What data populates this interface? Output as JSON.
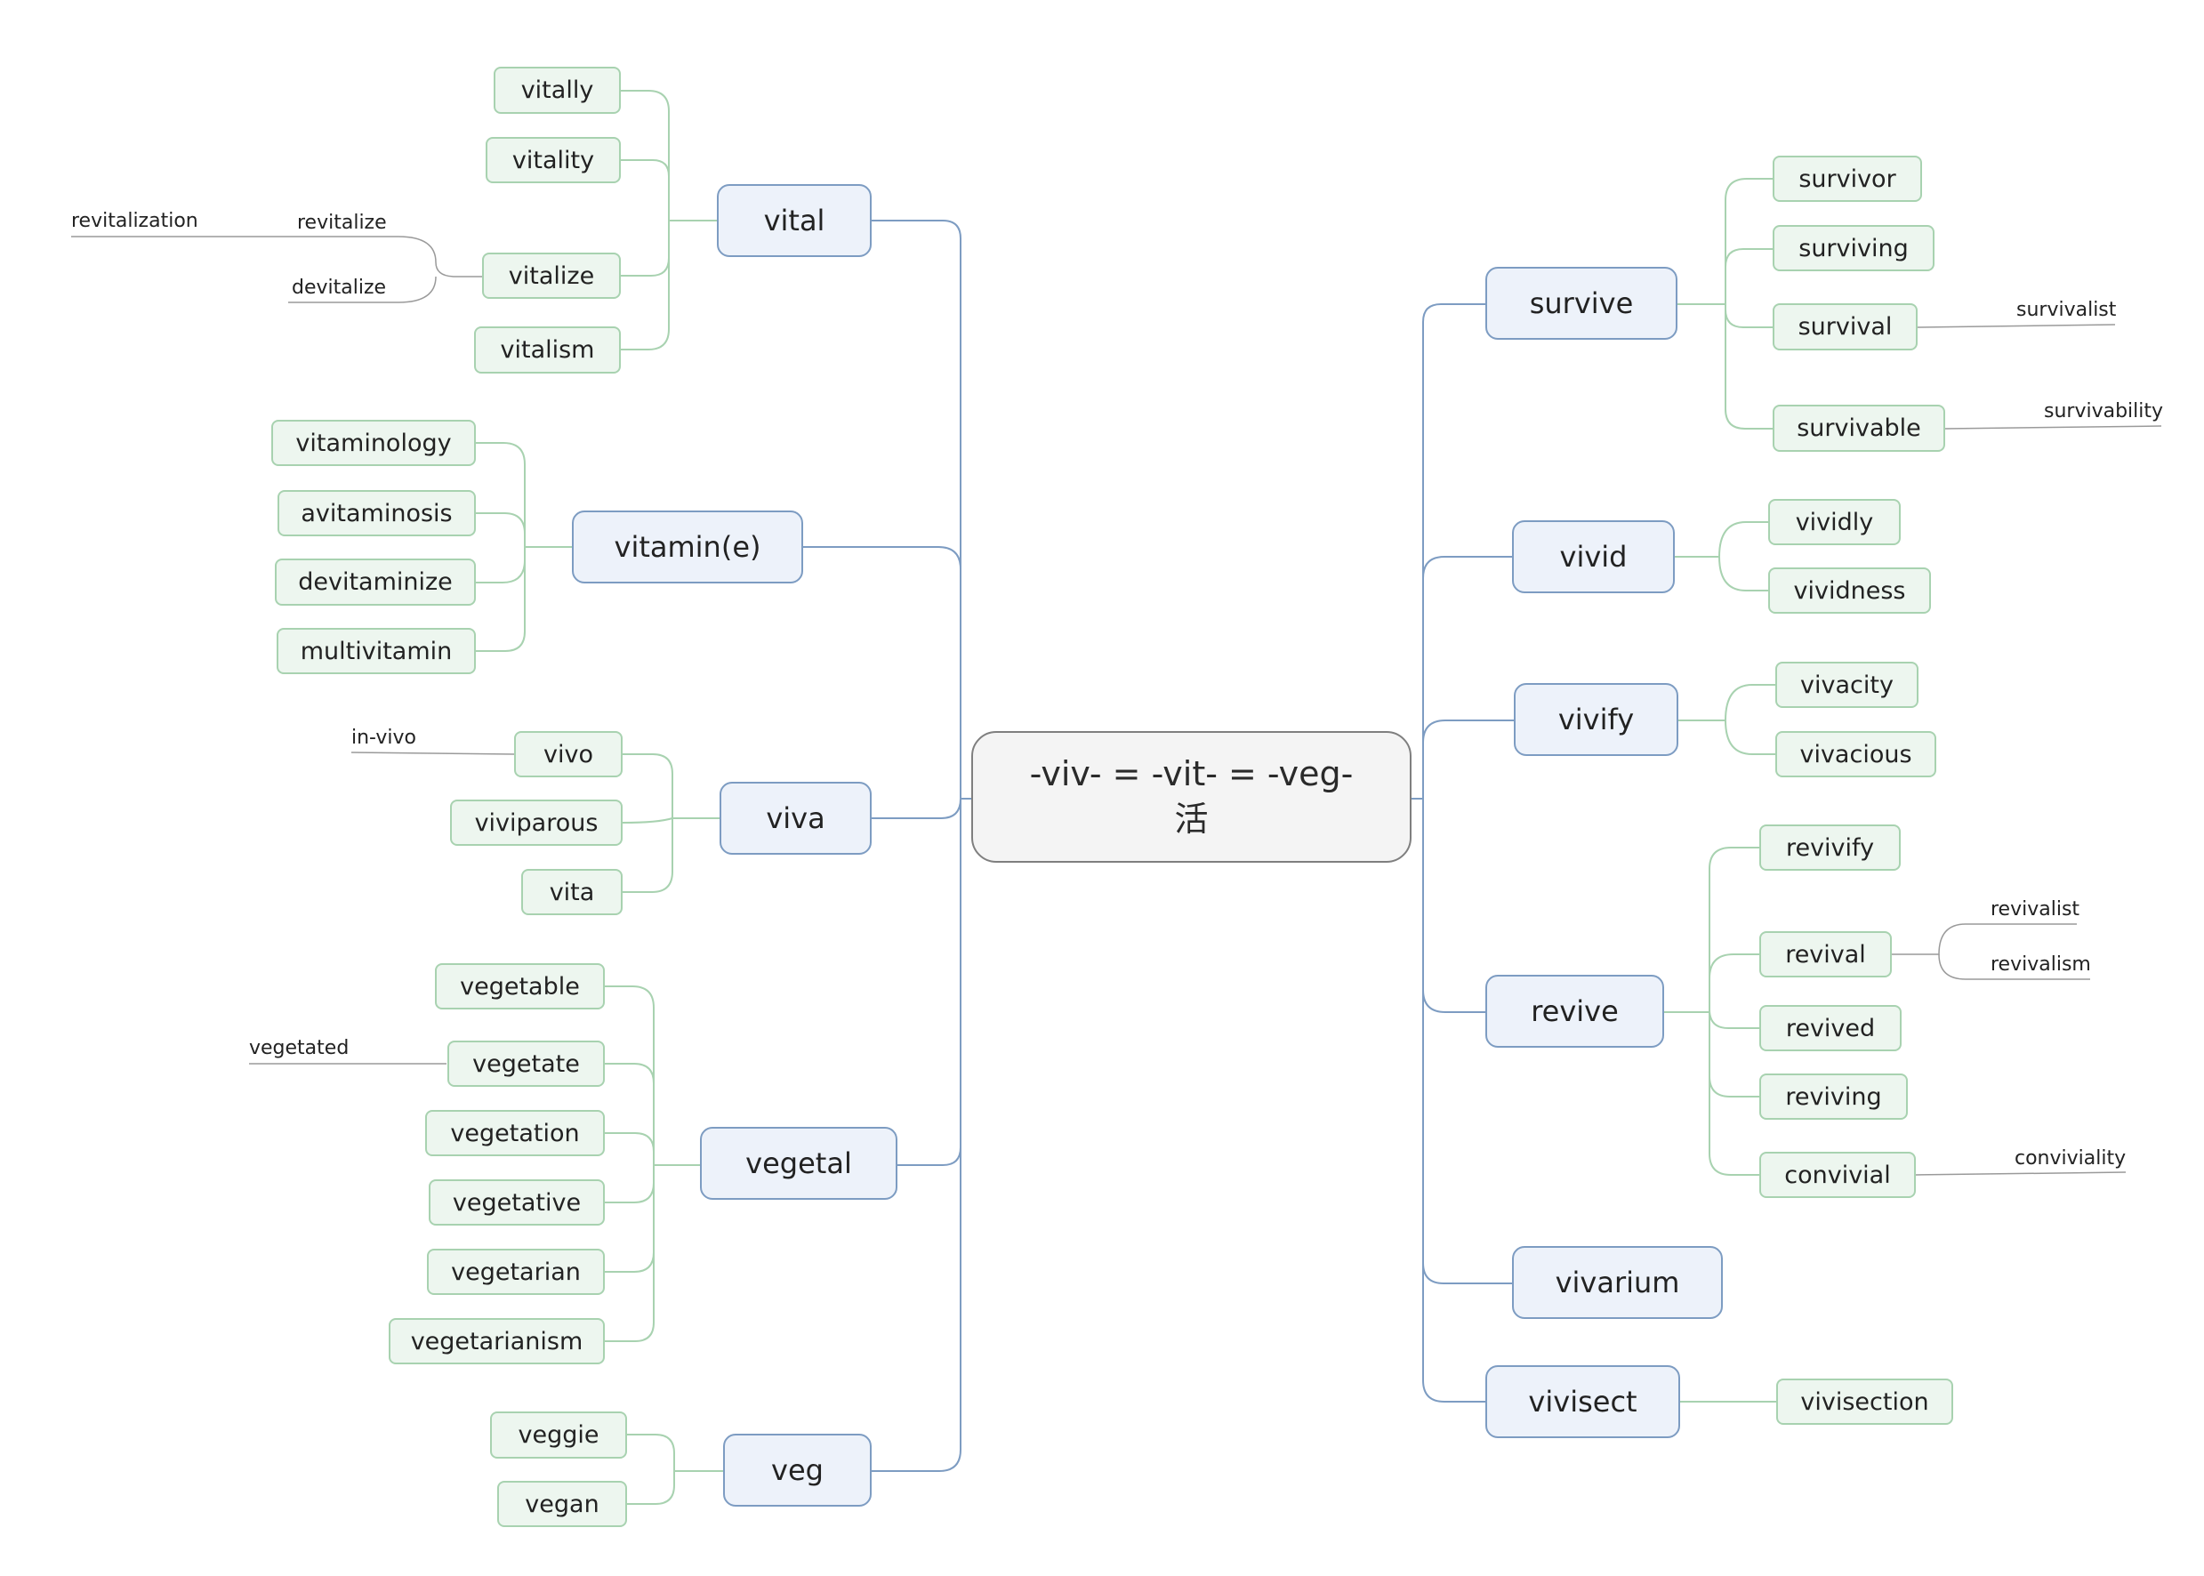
{
  "central": {
    "line1": "-viv- = -vit- = -veg-",
    "line2": "活"
  },
  "colors": {
    "main_line": "#7d9cc2",
    "sub_line": "#a8d2b0",
    "float_line": "#9a9a9a"
  },
  "branches": {
    "vital": {
      "label": "vital",
      "children": [
        "vitally",
        "vitality",
        "vitalize",
        "vitalism"
      ],
      "vitalize_children": [
        "revitalize",
        "devitalize"
      ],
      "revitalize_child": "revitalization"
    },
    "vitamin": {
      "label": "vitamin(e)",
      "children": [
        "vitaminology",
        "avitaminosis",
        "devitaminize",
        "multivitamin"
      ]
    },
    "viva": {
      "label": "viva",
      "children": [
        "vivo",
        "viviparous",
        "vita"
      ],
      "vivo_child": "in-vivo"
    },
    "vegetal": {
      "label": "vegetal",
      "children": [
        "vegetable",
        "vegetate",
        "vegetation",
        "vegetative",
        "vegetarian",
        "vegetarianism"
      ],
      "vegetate_child": "vegetated"
    },
    "veg": {
      "label": "veg",
      "children": [
        "veggie",
        "vegan"
      ]
    },
    "survive": {
      "label": "survive",
      "children": [
        "survivor",
        "surviving",
        "survival",
        "survivable"
      ],
      "survival_child": "survivalist",
      "survivable_child": "survivability"
    },
    "vivid": {
      "label": "vivid",
      "children": [
        "vividly",
        "vividness"
      ]
    },
    "vivify": {
      "label": "vivify",
      "children": [
        "vivacity",
        "vivacious"
      ]
    },
    "revive": {
      "label": "revive",
      "children": [
        "revivify",
        "revival",
        "revived",
        "reviving",
        "convivial"
      ],
      "revival_children": [
        "revivalist",
        "revivalism"
      ],
      "convivial_child": "conviviality"
    },
    "vivarium": {
      "label": "vivarium"
    },
    "vivisect": {
      "label": "vivisect",
      "children": [
        "vivisection"
      ]
    }
  }
}
